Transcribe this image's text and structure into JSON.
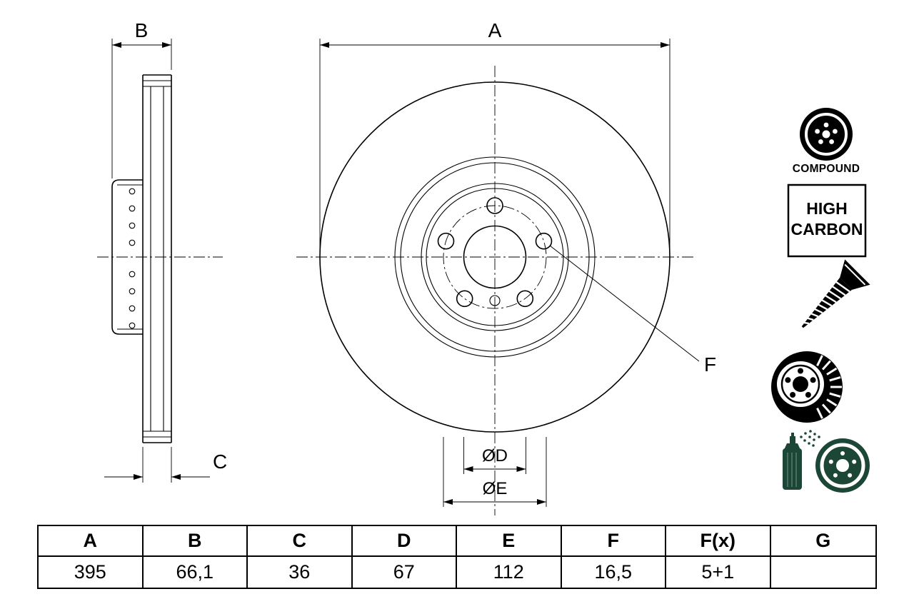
{
  "colors": {
    "line": "#000000",
    "background": "#ffffff",
    "icon_black": "#000000",
    "icon_green": "#1c4636"
  },
  "drawing": {
    "dim_a": "A",
    "dim_b": "B",
    "dim_c": "C",
    "dim_d": "ØD",
    "dim_e": "ØE",
    "dim_f": "F"
  },
  "badges": {
    "compound": "COMPOUND",
    "high_carbon_line1": "HIGH",
    "high_carbon_line2": "CARBON"
  },
  "table": {
    "headers": [
      "A",
      "B",
      "C",
      "D",
      "E",
      "F",
      "F(x)",
      "G"
    ],
    "values": [
      "395",
      "66,1",
      "36",
      "67",
      "112",
      "16,5",
      "5+1",
      ""
    ]
  }
}
